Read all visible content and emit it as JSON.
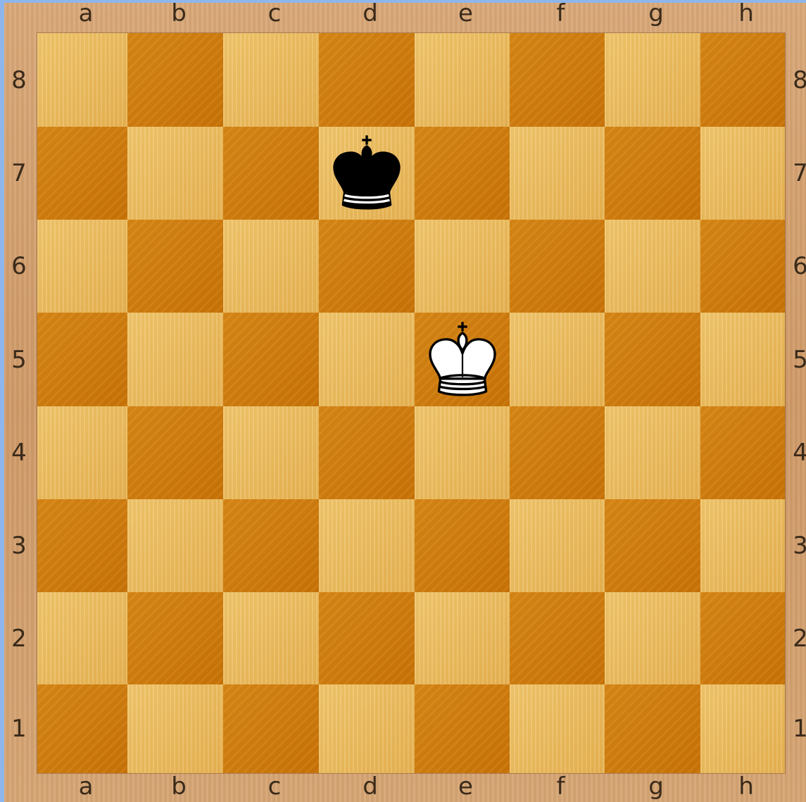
{
  "board": {
    "files": [
      "a",
      "b",
      "c",
      "d",
      "e",
      "f",
      "g",
      "h"
    ],
    "ranks": [
      "8",
      "7",
      "6",
      "5",
      "4",
      "3",
      "2",
      "1"
    ],
    "colors": {
      "light": "#eebf62",
      "dark": "#d07c0c",
      "frame": "#d6a070",
      "background": "#8fb6ec"
    },
    "pieces": [
      {
        "square": "d7",
        "color": "black",
        "type": "king",
        "icon": "black-king-icon"
      },
      {
        "square": "e5",
        "color": "white",
        "type": "king",
        "icon": "white-king-icon"
      }
    ]
  }
}
